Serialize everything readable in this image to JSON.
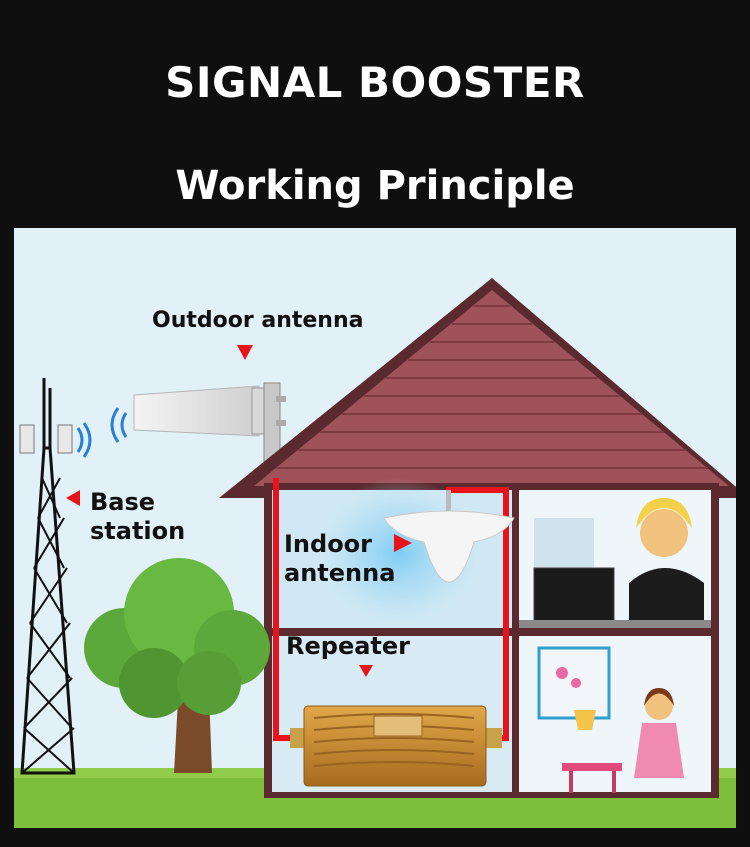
{
  "title": "SIGNAL BOOSTER",
  "subtitle": "Working Principle",
  "labels": {
    "outdoor_antenna": "Outdoor antenna",
    "base_station_1": "Base",
    "base_station_2": "station",
    "indoor_antenna_1": "Indoor",
    "indoor_antenna_2": "antenna",
    "repeater": "Repeater"
  },
  "colors": {
    "background": "#0f0f0f",
    "sky": "#dff0f8",
    "grass": "#7cbd3a",
    "roof": "#a0525a",
    "roof_dark": "#5a2a2e",
    "wall": "#eef3f7",
    "cable": "#e8141c",
    "booster": "#c58a2c",
    "tree": "#5da83a"
  }
}
